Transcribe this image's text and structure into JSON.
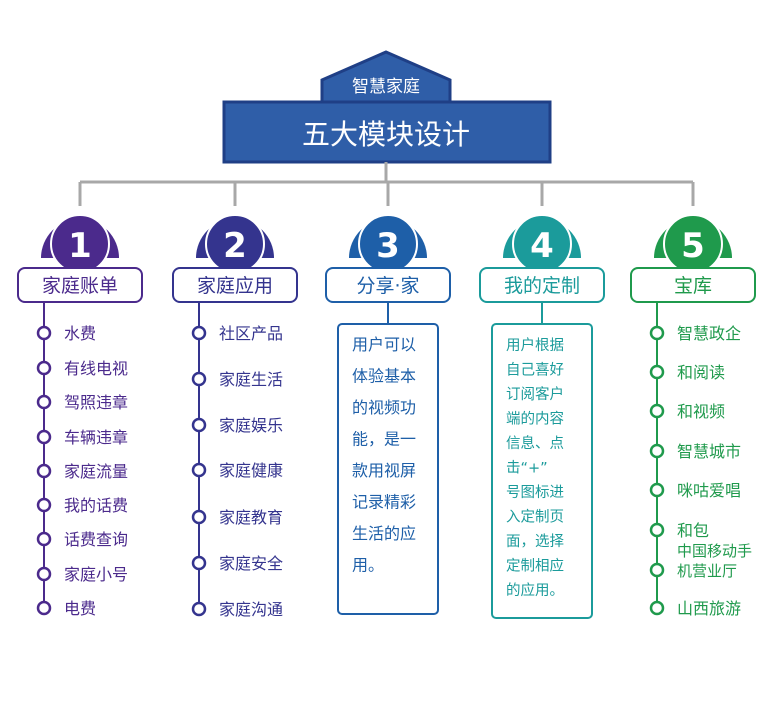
{
  "header": {
    "subtitle": "智慧家庭",
    "title": "五大模块设计"
  },
  "colors": {
    "header_fill": "#2f5ea8",
    "header_outline": "#1f3f86",
    "connector": "#a8a8a8"
  },
  "modules": [
    {
      "number": "1",
      "title": "家庭账单",
      "color": "#4b2a8c",
      "items": [
        "水费",
        "有线电视",
        "驾照违章",
        "车辆违章",
        "家庭流量",
        "我的话费",
        "话费查询",
        "家庭小号",
        "电费"
      ]
    },
    {
      "number": "2",
      "title": "家庭应用",
      "color": "#34348e",
      "items": [
        "社区产品",
        "家庭生活",
        "家庭娱乐",
        "家庭健康",
        "家庭教育",
        "家庭安全",
        "家庭沟通"
      ]
    },
    {
      "number": "3",
      "title": "分享·家",
      "color": "#1e5fa8",
      "description_lines": [
        "用户可以",
        "体验基本",
        "的视频功",
        "能，是一",
        "款用视屏",
        "记录精彩",
        "生活的应",
        "用。"
      ]
    },
    {
      "number": "4",
      "title": "我的定制",
      "color": "#1b9b9b",
      "description_lines": [
        "用户根据",
        "自己喜好",
        "订阅客户",
        "端的内容",
        "信息、点",
        "击“+”",
        "号图标进",
        "入定制页",
        "面，选择",
        "定制相应",
        "的应用。"
      ]
    },
    {
      "number": "5",
      "title": "宝库",
      "color": "#1f9a4c",
      "items": [
        "智慧政企",
        "和阅读",
        "和视频",
        "智慧城市",
        "咪咕爱唱",
        "和包",
        [
          "中国移动手",
          "机营业厅"
        ],
        "山西旅游"
      ]
    }
  ]
}
